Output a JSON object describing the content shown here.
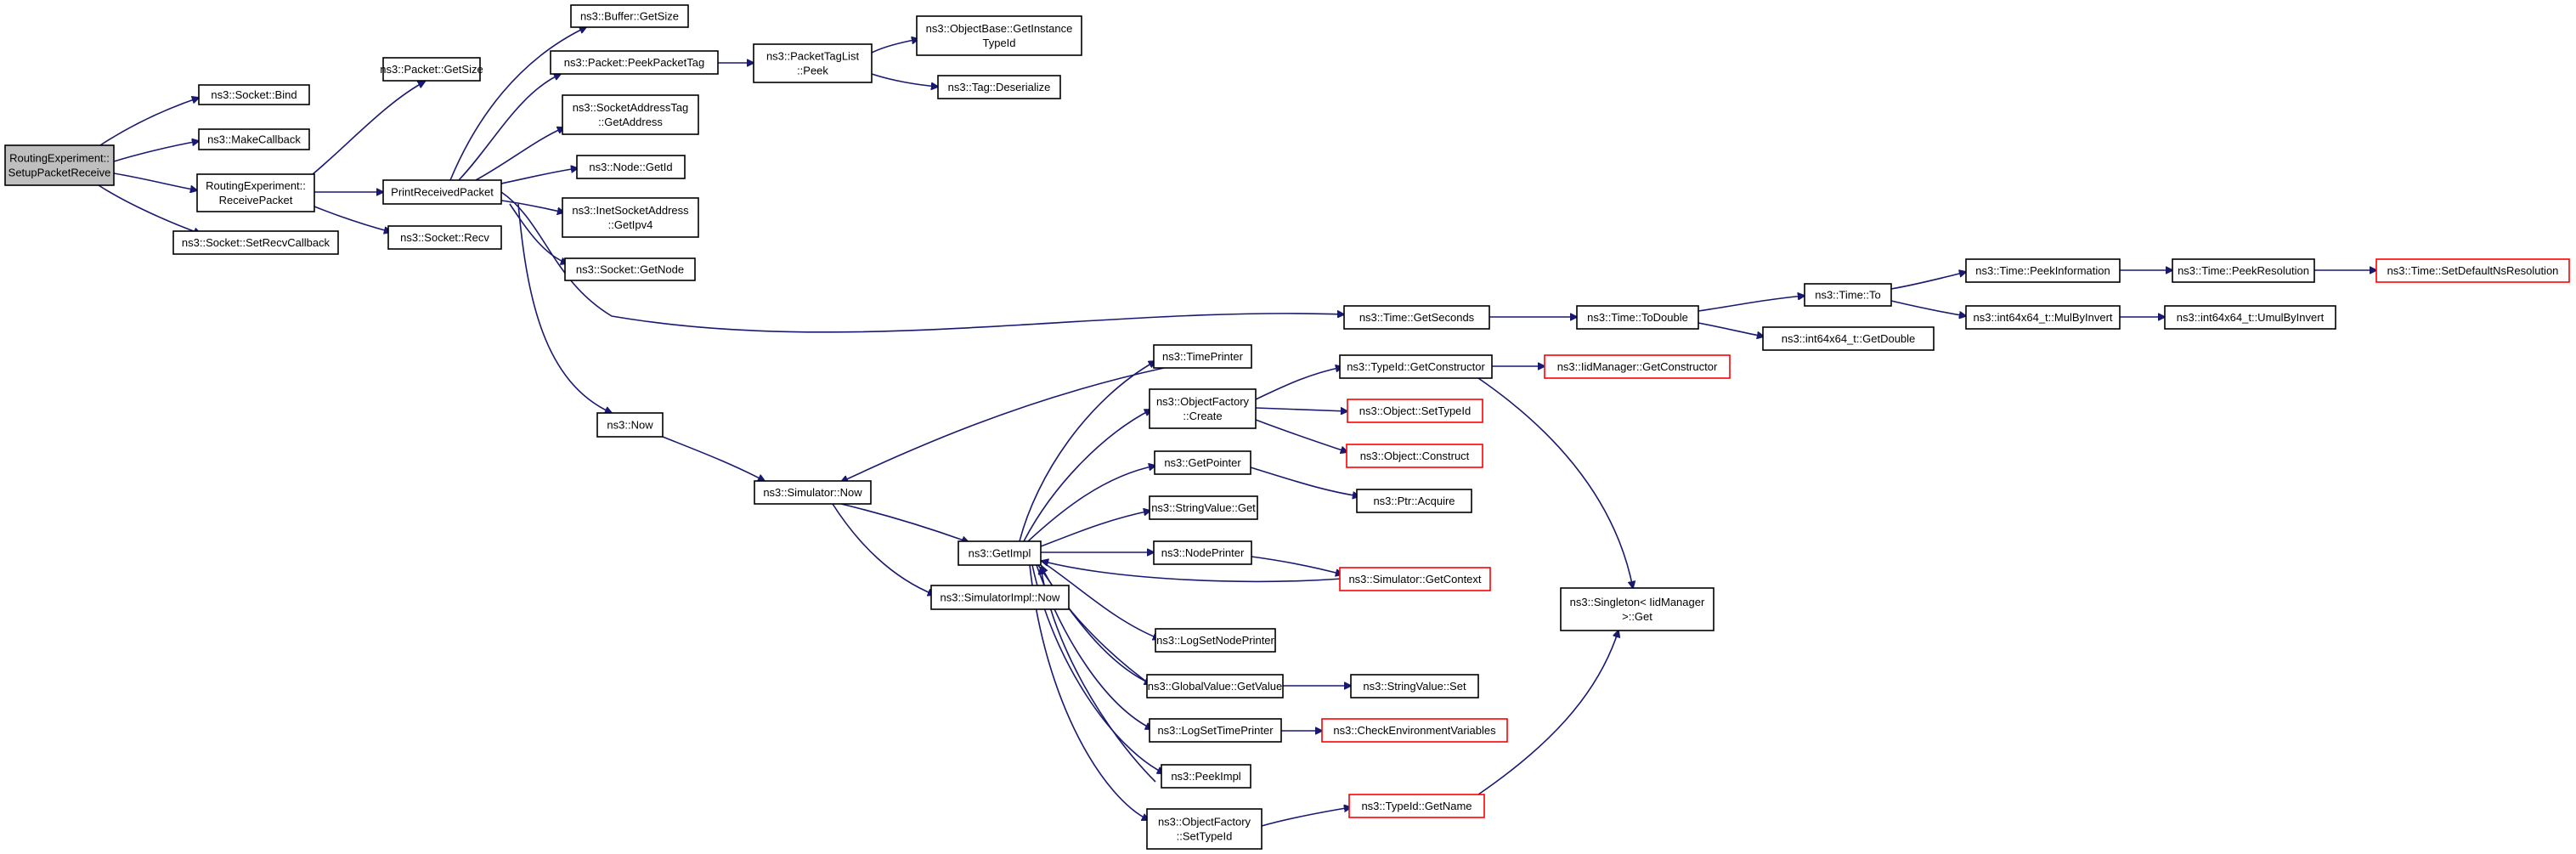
{
  "colors": {
    "edge": "#191970",
    "node_border": "#000000",
    "truncated_border": "#ff0000",
    "root_fill": "#bfbfbf",
    "node_fill": "#ffffff"
  },
  "nodes": {
    "root": [
      "RoutingExperiment::",
      "SetupPacketReceive"
    ],
    "socket_bind": [
      "ns3::Socket::Bind"
    ],
    "make_callback": [
      "ns3::MakeCallback"
    ],
    "receive_packet": [
      "RoutingExperiment::",
      "ReceivePacket"
    ],
    "set_recv_callback": [
      "ns3::Socket::SetRecvCallback"
    ],
    "packet_get_size": [
      "ns3::Packet::GetSize"
    ],
    "print_received_packet": [
      "PrintReceivedPacket"
    ],
    "socket_recv": [
      "ns3::Socket::Recv"
    ],
    "buffer_get_size": [
      "ns3::Buffer::GetSize"
    ],
    "peek_packet_tag": [
      "ns3::Packet::PeekPacketTag"
    ],
    "socket_address_tag": [
      "ns3::SocketAddressTag",
      "::GetAddress"
    ],
    "node_get_id": [
      "ns3::Node::GetId"
    ],
    "inet_socket_address": [
      "ns3::InetSocketAddress",
      "::GetIpv4"
    ],
    "socket_get_node": [
      "ns3::Socket::GetNode"
    ],
    "packet_tag_list_peek": [
      "ns3::PacketTagList",
      "::Peek"
    ],
    "object_base_get_instance": [
      "ns3::ObjectBase::GetInstance",
      "TypeId"
    ],
    "tag_deserialize": [
      "ns3::Tag::Deserialize"
    ],
    "time_get_seconds": [
      "ns3::Time::GetSeconds"
    ],
    "time_to_double": [
      "ns3::Time::ToDouble"
    ],
    "time_to": [
      "ns3::Time::To"
    ],
    "int64_get_double": [
      "ns3::int64x64_t::GetDouble"
    ],
    "time_peek_information": [
      "ns3::Time::PeekInformation"
    ],
    "time_peek_resolution": [
      "ns3::Time::PeekResolution"
    ],
    "time_set_default_ns_resolution": [
      "ns3::Time::SetDefaultNsResolution"
    ],
    "int64_mul_by_invert": [
      "ns3::int64x64_t::MulByInvert"
    ],
    "int64_umul_by_invert": [
      "ns3::int64x64_t::UmulByInvert"
    ],
    "now": [
      "ns3::Now"
    ],
    "simulator_now": [
      "ns3::Simulator::Now"
    ],
    "get_impl": [
      "ns3::GetImpl"
    ],
    "simulator_impl_now": [
      "ns3::SimulatorImpl::Now"
    ],
    "time_printer": [
      "ns3::TimePrinter"
    ],
    "object_factory_create": [
      "ns3::ObjectFactory",
      "::Create"
    ],
    "get_pointer": [
      "ns3::GetPointer"
    ],
    "string_value_get": [
      "ns3::StringValue::Get"
    ],
    "node_printer": [
      "ns3::NodePrinter"
    ],
    "log_set_node_printer": [
      "ns3::LogSetNodePrinter"
    ],
    "global_value_get_value": [
      "ns3::GlobalValue::GetValue"
    ],
    "log_set_time_printer": [
      "ns3::LogSetTimePrinter"
    ],
    "peek_impl": [
      "ns3::PeekImpl"
    ],
    "object_factory_set_type_id": [
      "ns3::ObjectFactory",
      "::SetTypeId"
    ],
    "type_id_get_constructor": [
      "ns3::TypeId::GetConstructor"
    ],
    "object_set_type_id": [
      "ns3::Object::SetTypeId"
    ],
    "object_construct": [
      "ns3::Object::Construct"
    ],
    "ptr_acquire": [
      "ns3::Ptr::Acquire"
    ],
    "simulator_get_context": [
      "ns3::Simulator::GetContext"
    ],
    "string_value_set": [
      "ns3::StringValue::Set"
    ],
    "check_environment_variables": [
      "ns3::CheckEnvironmentVariables"
    ],
    "type_id_get_name": [
      "ns3::TypeId::GetName"
    ],
    "iid_manager_get_constructor": [
      "ns3::IidManager::GetConstructor"
    ],
    "singleton_get": [
      "ns3::Singleton< IidManager",
      " >::Get"
    ]
  }
}
